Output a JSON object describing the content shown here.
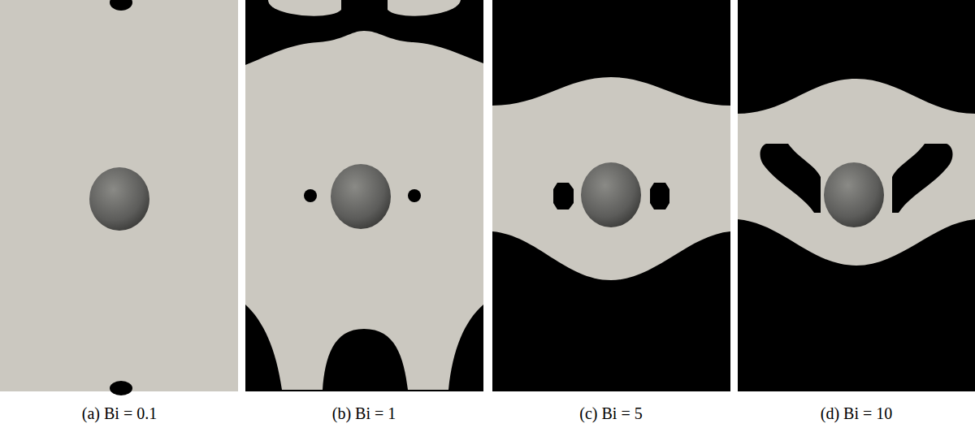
{
  "diagram": {
    "labels": [
      "(a) Bi = 0.1",
      "(b) Bi = 1",
      "(c) Bi = 5",
      "(d) Bi = 10"
    ]
  }
}
